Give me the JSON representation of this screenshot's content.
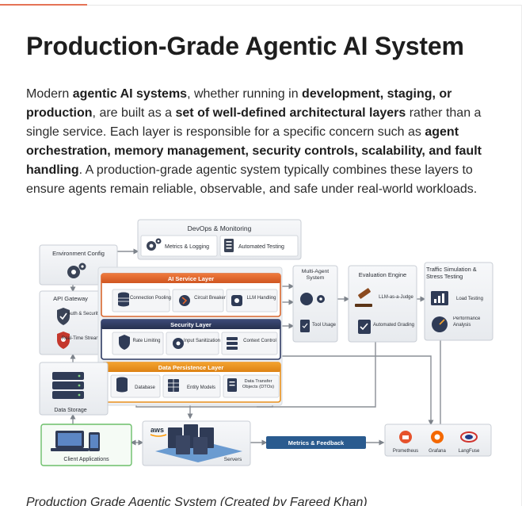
{
  "article": {
    "title": "Production-Grade Agentic AI System",
    "intro": [
      {
        "t": "Modern ",
        "b": false
      },
      {
        "t": "agentic AI systems",
        "b": true
      },
      {
        "t": ", whether running in ",
        "b": false
      },
      {
        "t": "development, staging, or production",
        "b": true
      },
      {
        "t": ", are built as a ",
        "b": false
      },
      {
        "t": "set of well-defined architectural layers",
        "b": true
      },
      {
        "t": " rather than a single service. Each layer is responsible for a specific concern such as ",
        "b": false
      },
      {
        "t": "agent orchestration, memory management, security controls, scalability, and fault handling",
        "b": true
      },
      {
        "t": ". A production-grade agentic system typically combines these layers to ensure agents remain reliable, observable, and safe under real-world workloads.",
        "b": false
      }
    ],
    "caption": "Production Grade Agentic System (Created by Fareed Khan)"
  },
  "diagram": {
    "devops": {
      "title": "DevOps & Monitoring",
      "items": [
        "Metrics & Logging",
        "Automated Testing"
      ]
    },
    "env_config": {
      "title": "Environment Config"
    },
    "api_gateway": {
      "title": "API Gateway",
      "items": [
        "Auth & Security",
        "Real-Time Streaming"
      ]
    },
    "ai_service": {
      "title": "AI Service Layer",
      "items": [
        "Connection Pooling",
        "Circuit Breaker",
        "LLM Handling"
      ]
    },
    "security": {
      "title": "Security Layer",
      "items": [
        "Rate Limiting",
        "Input Sanitization",
        "Context Control"
      ]
    },
    "data_persistence": {
      "title": "Data Persistence Layer",
      "items": [
        "Database",
        "Entity Models",
        "Data Transfer Objects (DTOs)"
      ]
    },
    "data_storage": {
      "title": "Data Storage"
    },
    "multi_agent": {
      "title": "Multi-Agent System",
      "items": [
        "Tool Usage"
      ]
    },
    "evaluation": {
      "title": "Evaluation Engine",
      "items": [
        "LLM-as-a-Judge",
        "Automated Grading"
      ]
    },
    "traffic": {
      "title": "Traffic Simulation & Stress Testing",
      "items": [
        "Load Testing",
        "Performance Analysis"
      ]
    },
    "client": {
      "title": "Client Applications"
    },
    "servers": {
      "logo": "aws",
      "title": "Servers"
    },
    "metrics_feedback": {
      "title": "Metrics & Feedback"
    },
    "observability": {
      "items": [
        "Prometheus",
        "Grafana",
        "LangFuse"
      ]
    },
    "colors": {
      "ai_service": "#e0632a",
      "security": "#2f3b63",
      "data_persistence": "#e8901c",
      "frame": "#dfe3e8",
      "arrow": "#8a8f96",
      "metrics": "#2a5b8f"
    }
  }
}
